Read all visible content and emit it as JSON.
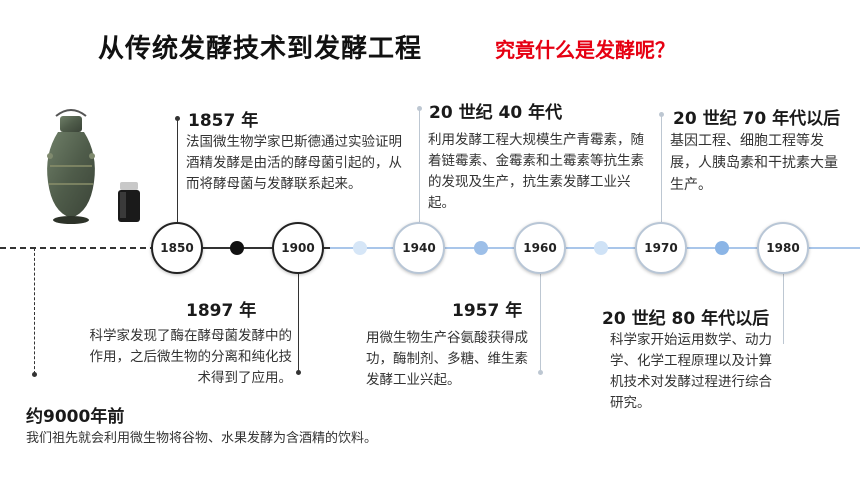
{
  "title": "从传统发酵技术到发酵工程",
  "subtitle": "究竟什么是发酵呢？",
  "timeline": {
    "nodes": [
      "1850",
      "1900",
      "1940",
      "1960",
      "1970",
      "1980"
    ]
  },
  "events": {
    "e9000": {
      "title": "约9000年前",
      "body": "我们祖先就会利用微生物将谷物、水果发酵为含酒精的饮料。"
    },
    "e1857": {
      "title": "1857 年",
      "body": "法国微生物学家巴斯德通过实验证明酒精发酵是由活的酵母菌引起的，从而将酵母菌与发酵联系起来。"
    },
    "e1897": {
      "title": "1897 年",
      "body": "科学家发现了酶在酵母菌发酵中的作用，之后微生物的分离和纯化技术得到了应用。"
    },
    "e1940s": {
      "title": "20 世纪 40 年代",
      "body": "利用发酵工程大规模生产青霉素，随着链霉素、金霉素和土霉素等抗生素的发现及生产，抗生素发酵工业兴起。"
    },
    "e1957": {
      "title": "1957 年",
      "body": "用微生物生产谷氨酸获得成功，酶制剂、多糖、维生素发酵工业兴起。"
    },
    "e1970s": {
      "title": "20 世纪 70 年代以后",
      "body": "基因工程、细胞工程等发展，人胰岛素和干扰素大量生产。"
    },
    "e1980s": {
      "title": "20 世纪 80 年代以后",
      "body": "科学家开始运用数学、动力学、化学工程原理以及计算机技术对发酵过程进行综合研究。"
    }
  },
  "colors": {
    "accent_red": "#e60012",
    "timeline_blue": "#a9c6ea",
    "node_border": "#b8c6d6"
  }
}
